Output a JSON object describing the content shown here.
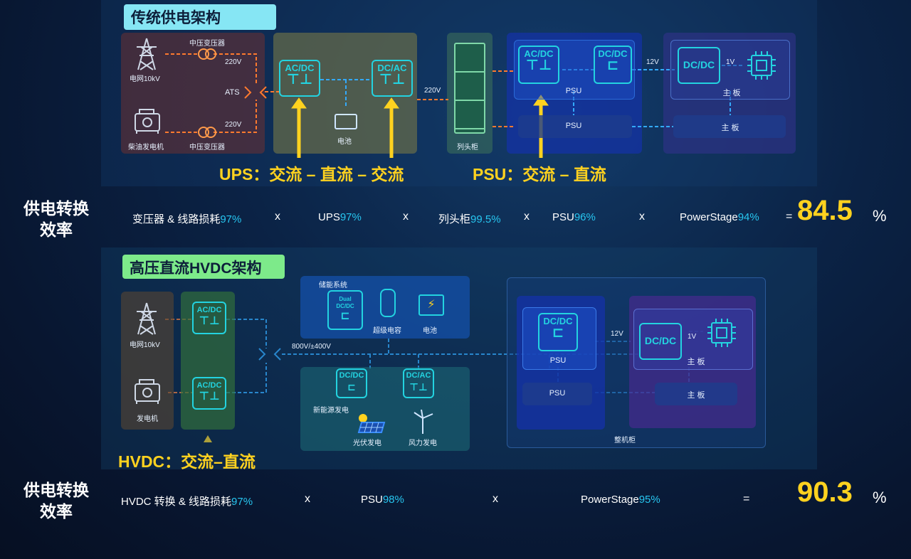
{
  "traditional": {
    "title": "传统供电架构",
    "grid_label": "电网10kV",
    "transformer_top": "中压变压器",
    "transformer_bottom": "中压变压器",
    "generator_label": "柴油发电机",
    "ats": "ATS",
    "v220_top": "220V",
    "v220_bottom": "220V",
    "acdc": "AC/DC",
    "dcac": "DC/AC",
    "battery": "电池",
    "v220_mid": "220V",
    "cabinet": "列头柜",
    "psu_acdc": "AC/DC",
    "psu_dcdc": "DC/DC",
    "psu1": "PSU",
    "psu2": "PSU",
    "v12": "12V",
    "board_dcdc": "DC/DC",
    "v1": "1V",
    "board1": "主 板",
    "board2": "主 板",
    "ups_caption": "UPS：交流 – 直流 – 交流",
    "psu_caption": "PSU：交流 – 直流"
  },
  "eff1": {
    "title_line1": "供电转换",
    "title_line2": "效率",
    "items": [
      {
        "name": "变压器 & 线路损耗",
        "pct": "97%"
      },
      {
        "name": "UPS",
        "pct": "97%"
      },
      {
        "name": "列头柜",
        "pct": "99.5%"
      },
      {
        "name": "PSU",
        "pct": "96%"
      },
      {
        "name": "PowerStage",
        "pct": "94%"
      }
    ],
    "times": "x",
    "equals": "=",
    "result": "84.5",
    "percent": "%"
  },
  "hvdc": {
    "title": "高压直流HVDC架构",
    "grid_label": "电网10kV",
    "generator_label": "发电机",
    "acdc_top": "AC/DC",
    "acdc_bottom": "AC/DC",
    "bus_voltage": "800V/±400V",
    "storage_title": "储能系统",
    "dual_dcdc": "Dual DC/DC",
    "supercap": "超级电容",
    "battery": "电池",
    "renew_dcdc": "DC/DC",
    "renew_dcac": "DC/AC",
    "renewable": "新能源发电",
    "pv": "光伏发电",
    "wind": "风力发电",
    "psu_dcdc": "DC/DC",
    "psu1": "PSU",
    "psu2": "PSU",
    "v12": "12V",
    "board_dcdc": "DC/DC",
    "v1": "1V",
    "board1": "主 板",
    "board2": "主 板",
    "rack": "整机柜",
    "caption": "HVDC：交流–直流"
  },
  "eff2": {
    "title_line1": "供电转换",
    "title_line2": "效率",
    "items": [
      {
        "name": "HVDC 转换 & 线路损耗",
        "pct": "97%"
      },
      {
        "name": "PSU",
        "pct": "98%"
      },
      {
        "name": "PowerStage",
        "pct": "95%"
      }
    ],
    "times": "x",
    "equals": "=",
    "result": "90.3",
    "percent": "%"
  },
  "colors": {
    "accent": "#23d3e0",
    "highlight": "#ffd21f",
    "percent": "#27c6f0",
    "title_bg": "#7fe3f0",
    "hvdc_title_bg": "#7dea8a"
  }
}
